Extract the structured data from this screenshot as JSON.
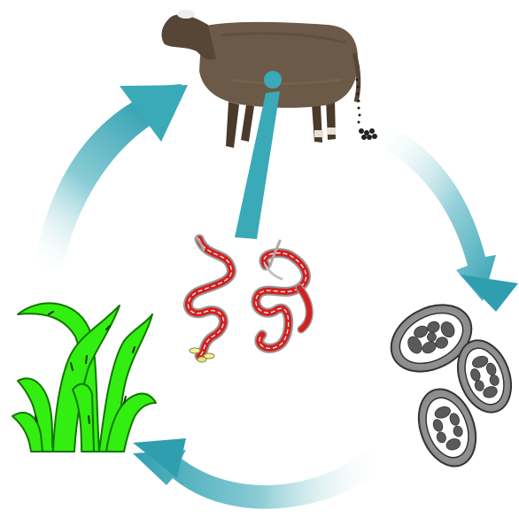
{
  "diagram": {
    "stages": [
      "sheep-host",
      "eggs-in-feces",
      "larvae-on-grass",
      "adult-worms-in-stomach"
    ],
    "colors": {
      "arrow": "#3aa9b8",
      "arrow_fade": "#ffffff",
      "sheep_body": "#6b5a47",
      "grass": "#33ee11",
      "grass_outline": "#117700",
      "egg_shell": "#9a9a9a",
      "worm_red": "#d42020"
    }
  }
}
